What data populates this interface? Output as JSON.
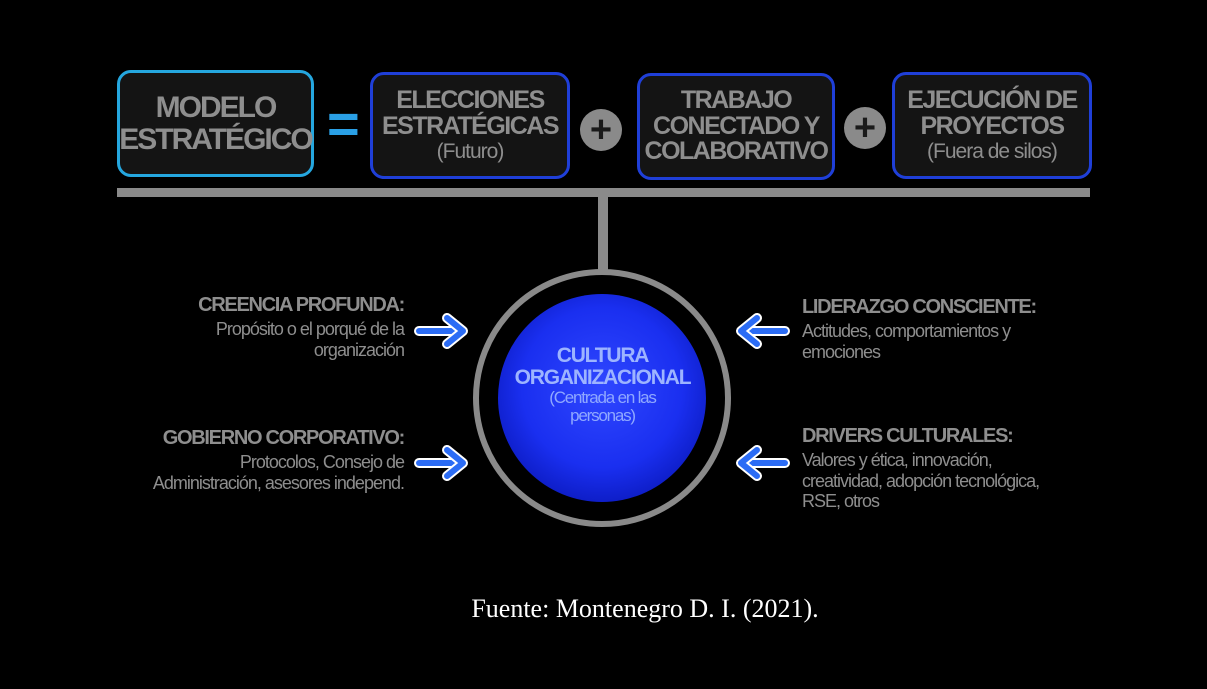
{
  "top_row": {
    "model": {
      "line1": "MODELO",
      "line2": "ESTRATÉGICO"
    },
    "equals": "=",
    "elecciones": {
      "line1": "ELECCIONES",
      "line2": "ESTRATÉGICAS",
      "sub": "(Futuro)"
    },
    "plus1": "+",
    "trabajo": {
      "line1": "TRABAJO",
      "line2": "CONECTADO Y",
      "line3": "COLABORATIVO"
    },
    "plus2": "+",
    "ejecucion": {
      "line1": "EJECUCIÓN DE",
      "line2": "PROYECTOS",
      "sub": "(Fuera de silos)"
    }
  },
  "center": {
    "line1": "CULTURA",
    "line2": "ORGANIZACIONAL",
    "sub1": "(Centrada en las",
    "sub2": "personas)"
  },
  "inputs": {
    "creencia": {
      "title": "CREENCIA PROFUNDA:",
      "line1": "Propósito o el porqué de la",
      "line2": "organización"
    },
    "gobierno": {
      "title": "GOBIERNO CORPORATIVO:",
      "line1": "Protocolos, Consejo de",
      "line2": "Administración, asesores independ."
    },
    "liderazgo": {
      "title": "LIDERAZGO CONSCIENTE:",
      "line1": "Actitudes, comportamientos y",
      "line2": "emociones"
    },
    "drivers": {
      "title": "DRIVERS CULTURALES:",
      "line1": "Valores y ética, innovación,",
      "line2": "creatividad, adopción tecnológica,",
      "line3": "RSE, otros"
    }
  },
  "source": "Fuente: Montenegro D. I. (2021).",
  "colors": {
    "background": "#000000",
    "cyan": "#25a7df",
    "blue": "#1f3fd8",
    "circle": "#1a2ff0",
    "text_gray": "#8e8e8e"
  }
}
